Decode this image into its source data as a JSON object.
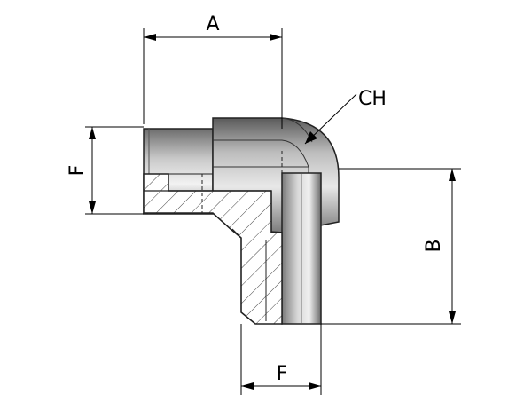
{
  "labels": {
    "dim_a": "A",
    "dim_b": "B",
    "dim_f_left": "F",
    "dim_f_bottom": "F",
    "callout_ch": "CH"
  }
}
